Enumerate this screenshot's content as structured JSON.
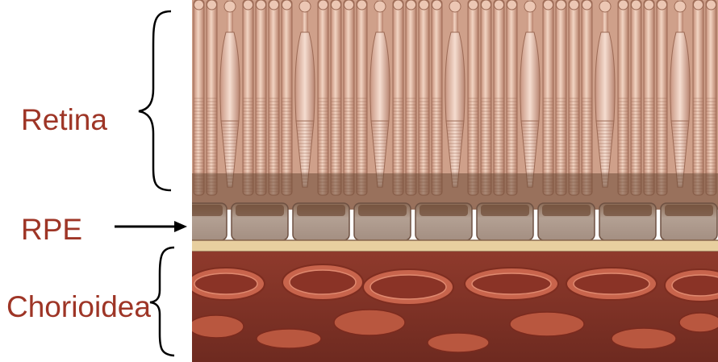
{
  "labels": {
    "retina": "Retina",
    "rpe": "RPE",
    "choroid": "Chorioidea"
  },
  "colors": {
    "label_text": "#9e3526",
    "brace": "#000000",
    "arrow": "#000000",
    "photoreceptor": "#e2b49e",
    "rpe_cell": "#a99386",
    "bruchs_membrane": "#e8cf9f",
    "choroid": "#a34a3a",
    "vessel": "#c8644c"
  }
}
